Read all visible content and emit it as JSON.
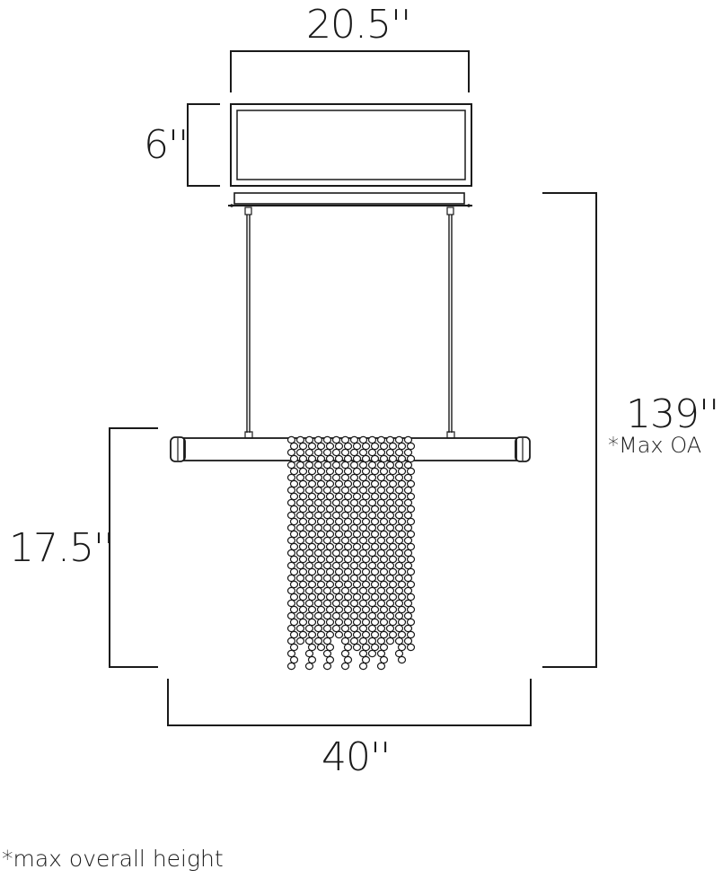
{
  "dimensions": {
    "canopy_width": "20.5''",
    "canopy_height": "6''",
    "overall_height": "139''",
    "overall_height_note": "*Max OA",
    "fixture_height": "17.5''",
    "fixture_width": "40''"
  },
  "footnote": "*max overall height",
  "colors": {
    "line": "#1a1a1a",
    "background": "#ffffff"
  }
}
